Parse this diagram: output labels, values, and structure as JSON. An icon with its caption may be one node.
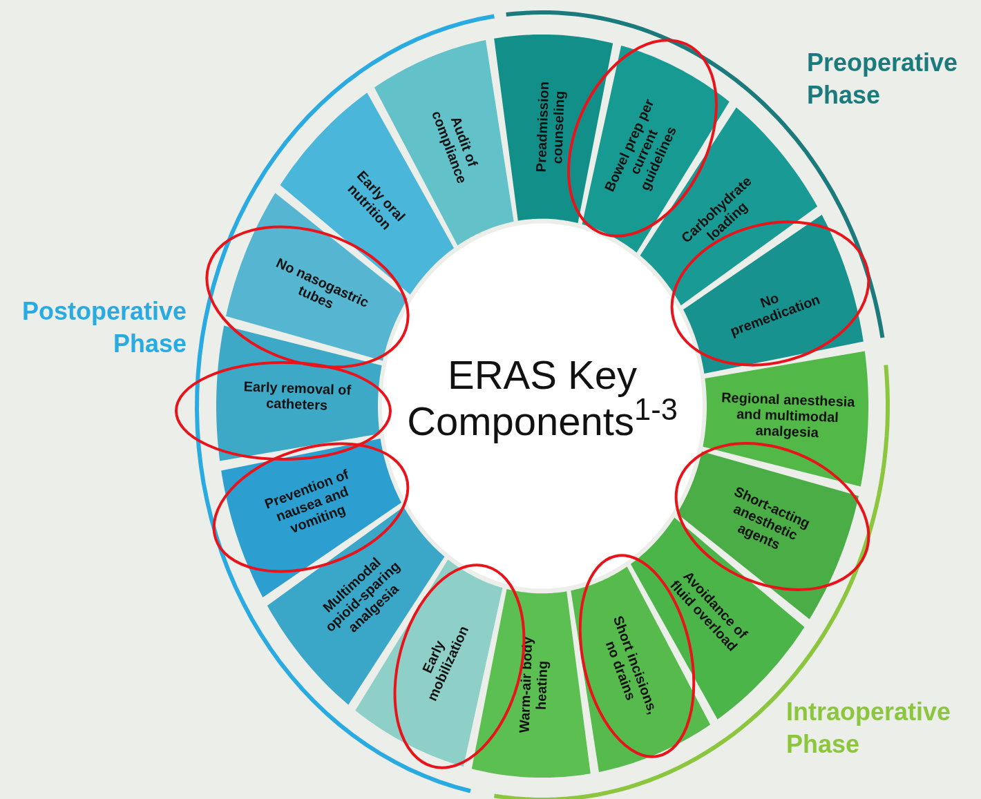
{
  "diagram": {
    "nodes": [
      {
        "text": [
          "Preadmission counseling"
        ]
      },
      {
        "text": [
          "Bowel prep per current guidelines"
        ]
      },
      {
        "text": [
          "Carbohydrate loading"
        ]
      },
      {
        "text": [
          "No premedication"
        ]
      },
      {
        "text": [
          "Regional anesthesia and multimodal analgesia"
        ]
      },
      {
        "text": [
          "Short-acting anesthetic agents"
        ]
      },
      {
        "text": [
          "Avoidance of fluid overload"
        ]
      },
      {
        "text": [
          "Short incisions, no drains"
        ]
      },
      {
        "text": [
          "Warm-air body heating"
        ]
      },
      {
        "text": [
          "Early mobilization"
        ]
      },
      {
        "text": [
          "Multimodal opioid-sparing analgesia"
        ]
      },
      {
        "text": [
          "Prevention of nausea and vomiting"
        ]
      },
      {
        "text": [
          "Early removal of catheters"
        ]
      },
      {
        "text": [
          "No nasogastric tubes"
        ]
      },
      {
        "text": [
          "Early oral nutrition"
        ]
      },
      {
        "text": [
          "Audit of compliance"
        ]
      },
      {
        "text": [
          "ERAS Key Components$^{1-3}$"
        ]
      }
    ],
    "labels": [
      "Preoperative Phase",
      "Postoperative Phase",
      "Intraoperative Phase"
    ]
  }
}
